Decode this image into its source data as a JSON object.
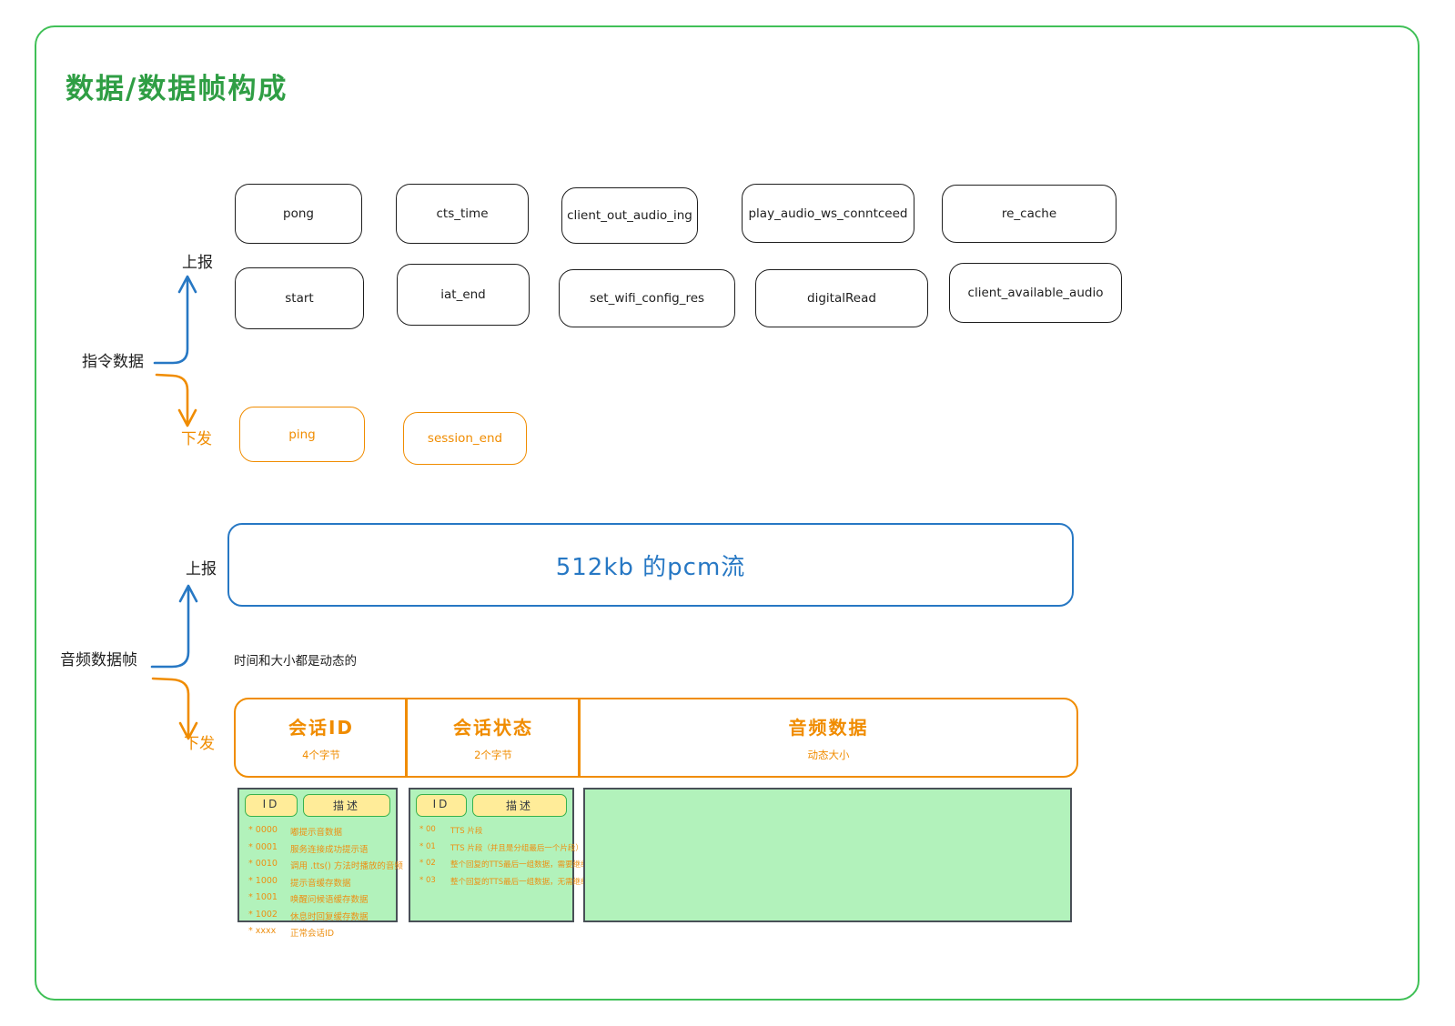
{
  "title": "数据/数据帧构成",
  "colors": {
    "frame_green": "#40c057",
    "title_green": "#2f9e44",
    "blue": "#2778c4",
    "orange": "#f08c00",
    "black": "#1e1e1e",
    "table_fill": "#b2f2bb",
    "table_border": "#495057",
    "header_fill": "#ffec99"
  },
  "command_section": {
    "up_label": "上报",
    "source_label": "指令数据",
    "down_label": "下发",
    "up_row1": [
      "pong",
      "cts_time",
      "client_out_audio_ing",
      "play_audio_ws_conntceed",
      "re_cache"
    ],
    "up_row2": [
      "start",
      "iat_end",
      "set_wifi_config_res",
      "digitalRead",
      "client_available_audio"
    ],
    "down_boxes": [
      "ping",
      "session_end"
    ]
  },
  "audio_section": {
    "up_label": "上报",
    "source_label": "音频数据帧",
    "down_label": "下发",
    "pcm_label": "512kb 的pcm流",
    "note": "时间和大小都是动态的",
    "frame_fields": [
      {
        "name": "会话ID",
        "size": "4个字节"
      },
      {
        "name": "会话状态",
        "size": "2个字节"
      },
      {
        "name": "音频数据",
        "size": "动态大小"
      }
    ],
    "session_id_table": {
      "headers": [
        "ID",
        "描述"
      ],
      "rows": [
        {
          "id": "* 0000",
          "desc": "嘟提示音数据"
        },
        {
          "id": "* 0001",
          "desc": "服务连接成功提示语"
        },
        {
          "id": "* 0010",
          "desc": "调用 .tts() 方法时播放的音频"
        },
        {
          "id": "* 1000",
          "desc": "提示音缓存数据"
        },
        {
          "id": "* 1001",
          "desc": "唤醒问候语缓存数据"
        },
        {
          "id": "* 1002",
          "desc": "休息时回复缓存数据"
        },
        {
          "id": "* xxxx",
          "desc": "正常会话ID"
        }
      ]
    },
    "session_state_table": {
      "headers": [
        "ID",
        "描述"
      ],
      "rows": [
        {
          "id": "* 00",
          "desc": "TTS 片段"
        },
        {
          "id": "* 01",
          "desc": "TTS 片段（并且是分组最后一个片段）"
        },
        {
          "id": "* 02",
          "desc": "整个回复的TTS最后一组数据，需要继续对话"
        },
        {
          "id": "* 03",
          "desc": "整个回复的TTS最后一组数据，无需继续对话"
        }
      ]
    }
  }
}
